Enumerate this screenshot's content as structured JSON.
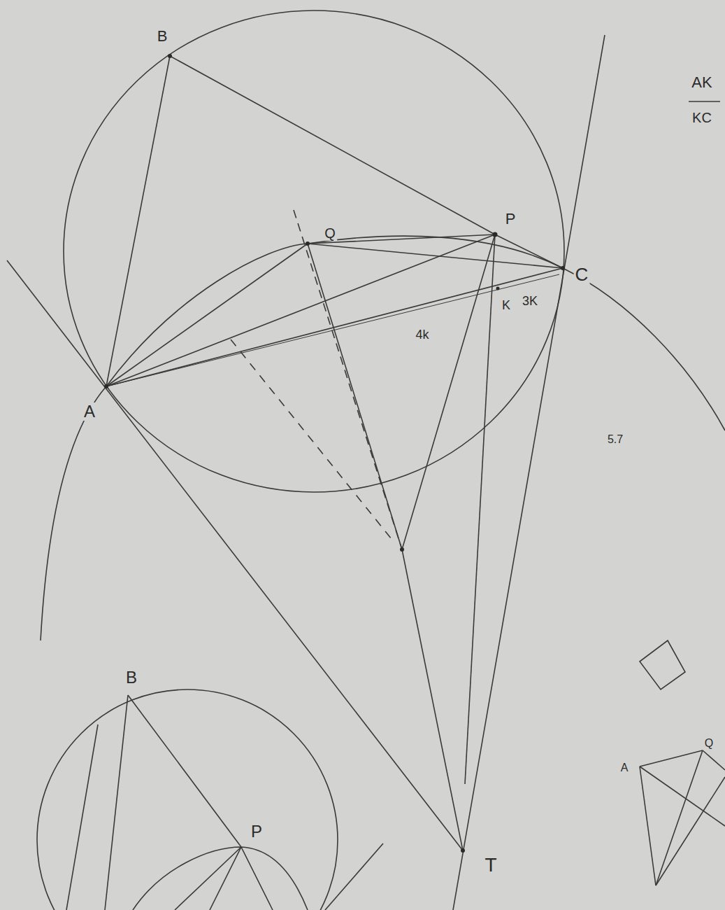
{
  "diagram": {
    "labels": [
      "B",
      "P",
      "Q",
      "C",
      "A",
      "K",
      "3K",
      "4k",
      "T",
      "5.7",
      "AK",
      "KC",
      "B",
      "P",
      "A",
      "Q"
    ]
  }
}
